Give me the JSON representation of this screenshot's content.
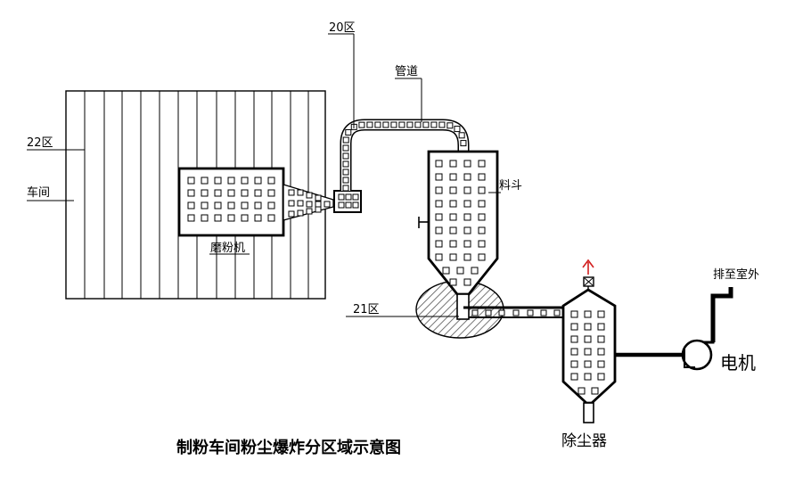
{
  "labels": {
    "zone22": "22区",
    "workshop": "车间",
    "zone20": "20区",
    "pipe": "管道",
    "hopper": "料斗",
    "mill": "磨粉机",
    "zone21": "21区",
    "exhaust": "排至室外",
    "motor": "电机",
    "collector": "除尘器",
    "title": "制粉车间粉尘爆炸分区域示意图"
  },
  "colors": {
    "stroke": "#000000",
    "background": "#ffffff",
    "hatch": "#555555",
    "arrow": "#d21f1f"
  }
}
